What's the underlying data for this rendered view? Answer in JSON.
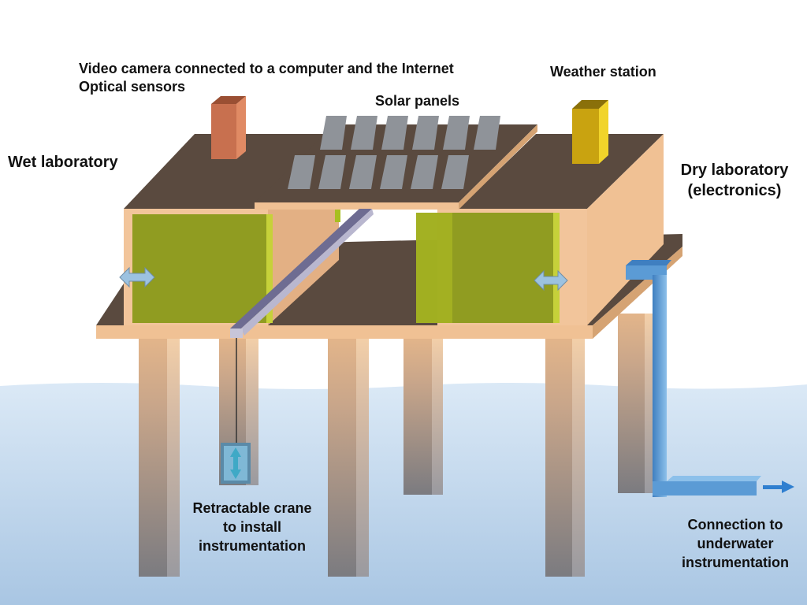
{
  "labels": {
    "camera_line1": "Video camera connected to a computer and the Internet",
    "camera_line2": "Optical sensors",
    "weather": "Weather station",
    "solar": "Solar panels",
    "wet_lab": "Wet laboratory",
    "dry_lab_line1": "Dry laboratory",
    "dry_lab_line2": "(electronics)",
    "crane_line1": "Retractable crane",
    "crane_line2": "to install",
    "crane_line3": "instrumentation",
    "conn_line1": "Connection to",
    "conn_line2": "underwater",
    "conn_line3": "instrumentation"
  },
  "colors": {
    "deck_top": "#5a4a3f",
    "wood": "#f0c194",
    "lab_tank": "#8a9a1a",
    "solar_panel": "#8f9399",
    "camera": "#c8704f",
    "weather_station": "#c9a310",
    "pipe": "#5b9bd5",
    "water": "#cfe2f4"
  },
  "icons": {
    "camera": "video-camera-box",
    "weather": "weather-station-box",
    "arrows": "double-arrow-icon",
    "outlet": "flow-arrow-icon"
  }
}
